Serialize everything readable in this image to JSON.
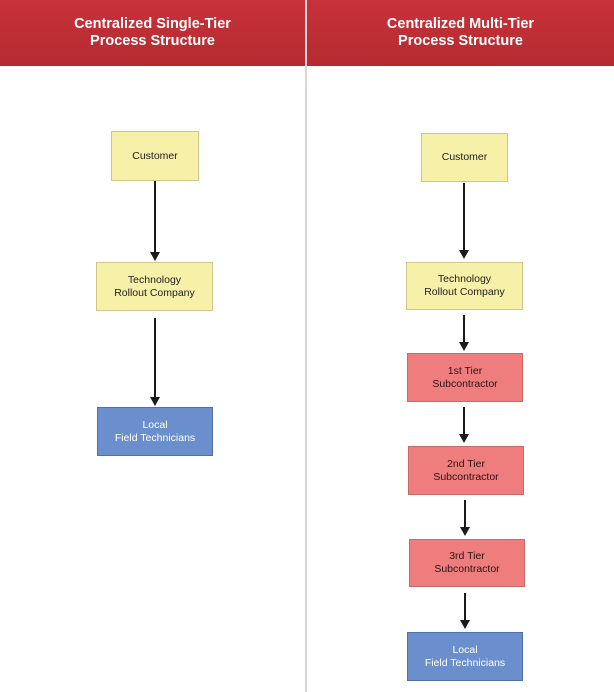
{
  "left": {
    "title": "Centralized Single-Tier\nProcess Structure",
    "nodes": {
      "customer": "Customer",
      "rollout": "Technology\nRollout Company",
      "technicians": "Local\nField Technicians"
    }
  },
  "right": {
    "title": "Centralized Multi-Tier\nProcess Structure",
    "nodes": {
      "customer": "Customer",
      "rollout": "Technology\nRollout Company",
      "tier1": "1st Tier\nSubcontractor",
      "tier2": "2nd Tier\nSubcontractor",
      "tier3": "3rd Tier\nSubcontractor",
      "technicians": "Local\nField Technicians"
    }
  },
  "colors": {
    "header": "#c8323a",
    "yellow_box": "#f7f0a8",
    "red_box": "#f07d7d",
    "blue_box": "#6b8fcd"
  }
}
